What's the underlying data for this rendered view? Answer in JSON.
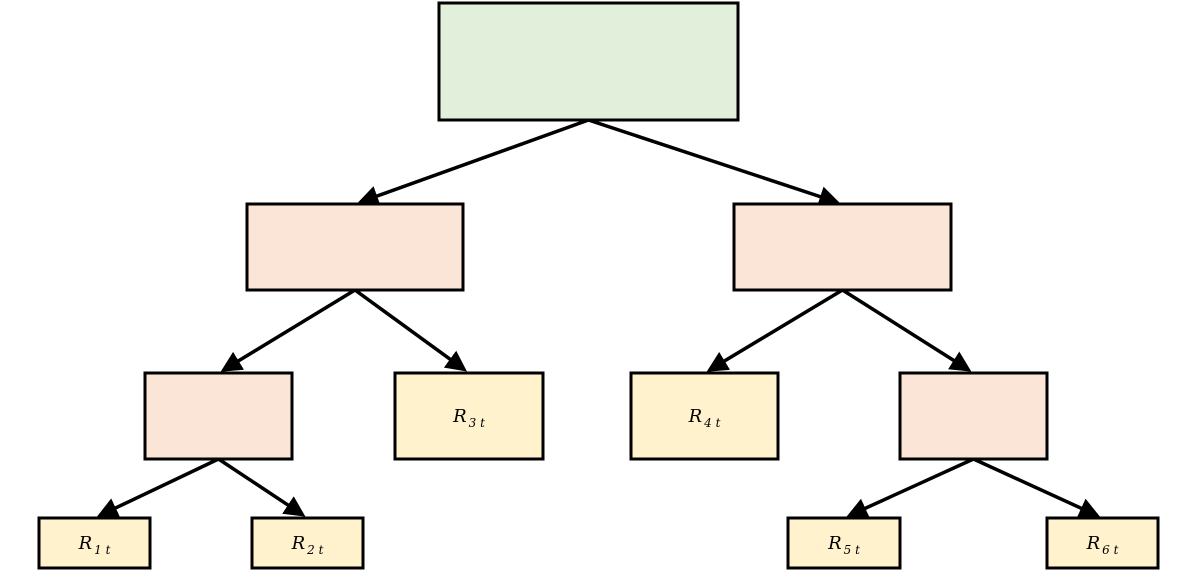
{
  "colors": {
    "root_fill": "#e2efda",
    "internal_fill": "#fbe5d6",
    "leaf_fill": "#fff2cc",
    "stroke": "#000000"
  },
  "nodes": [
    {
      "id": "root",
      "kind": "root",
      "label": ""
    },
    {
      "id": "n-left",
      "kind": "internal",
      "label": ""
    },
    {
      "id": "n-right",
      "kind": "internal",
      "label": ""
    },
    {
      "id": "n-left-left",
      "kind": "internal",
      "label": ""
    },
    {
      "id": "n-right-right",
      "kind": "internal",
      "label": ""
    },
    {
      "id": "leaf-r1",
      "kind": "leaf",
      "label": "R",
      "subscript": "1 t"
    },
    {
      "id": "leaf-r2",
      "kind": "leaf",
      "label": "R",
      "subscript": "2 t"
    },
    {
      "id": "leaf-r3",
      "kind": "leaf",
      "label": "R",
      "subscript": "3 t"
    },
    {
      "id": "leaf-r4",
      "kind": "leaf",
      "label": "R",
      "subscript": "4 t"
    },
    {
      "id": "leaf-r5",
      "kind": "leaf",
      "label": "R",
      "subscript": "5 t"
    },
    {
      "id": "leaf-r6",
      "kind": "leaf",
      "label": "R",
      "subscript": "6 t"
    }
  ],
  "edges": [
    {
      "from": "root",
      "to": "n-left"
    },
    {
      "from": "root",
      "to": "n-right"
    },
    {
      "from": "n-left",
      "to": "n-left-left"
    },
    {
      "from": "n-left",
      "to": "leaf-r3"
    },
    {
      "from": "n-right",
      "to": "leaf-r4"
    },
    {
      "from": "n-right",
      "to": "n-right-right"
    },
    {
      "from": "n-left-left",
      "to": "leaf-r1"
    },
    {
      "from": "n-left-left",
      "to": "leaf-r2"
    },
    {
      "from": "n-right-right",
      "to": "leaf-r5"
    },
    {
      "from": "n-right-right",
      "to": "leaf-r6"
    }
  ]
}
